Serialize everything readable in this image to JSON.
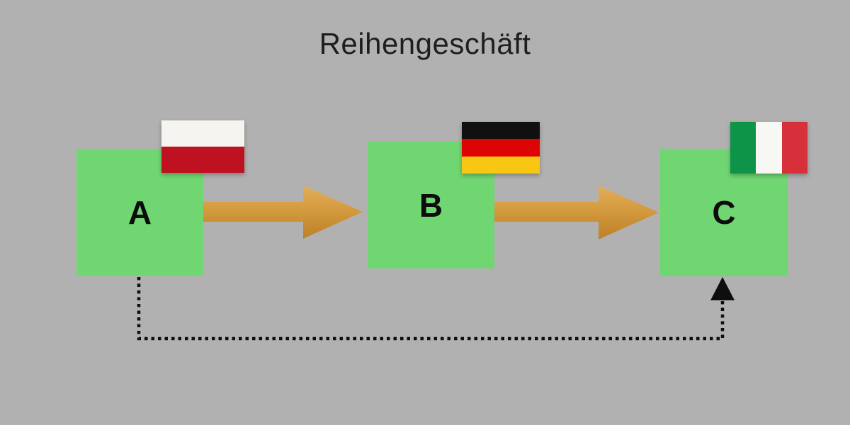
{
  "title": "Reihengeschäft",
  "diagram": {
    "nodes": [
      {
        "label": "A",
        "country": "Poland",
        "flag_icon": "poland-flag-icon"
      },
      {
        "label": "B",
        "country": "Germany",
        "flag_icon": "germany-flag-icon"
      },
      {
        "label": "C",
        "country": "Italy",
        "flag_icon": "italy-flag-icon"
      }
    ],
    "flows": [
      {
        "from": "A",
        "to": "B",
        "style": "gold-arrow"
      },
      {
        "from": "B",
        "to": "C",
        "style": "gold-arrow"
      },
      {
        "from": "A",
        "to": "C",
        "style": "dotted-black-arrow"
      }
    ]
  },
  "colors": {
    "background": "#b2b1b1",
    "box_green": "#70d672",
    "letter_text": "#0c0c0c",
    "title_text": "#1e1e1e",
    "arrow_gold_light": "#e2af5c",
    "arrow_gold_dark": "#bd8127",
    "dotted_arrow": "#0e0e0e",
    "poland_flag": [
      "#f5f4f1",
      "#bf1220"
    ],
    "germany_flag": [
      "#101010",
      "#dd0404",
      "#f8c714"
    ],
    "italy_flag": [
      "#0d9449",
      "#f7f7f3",
      "#d7303b"
    ]
  }
}
